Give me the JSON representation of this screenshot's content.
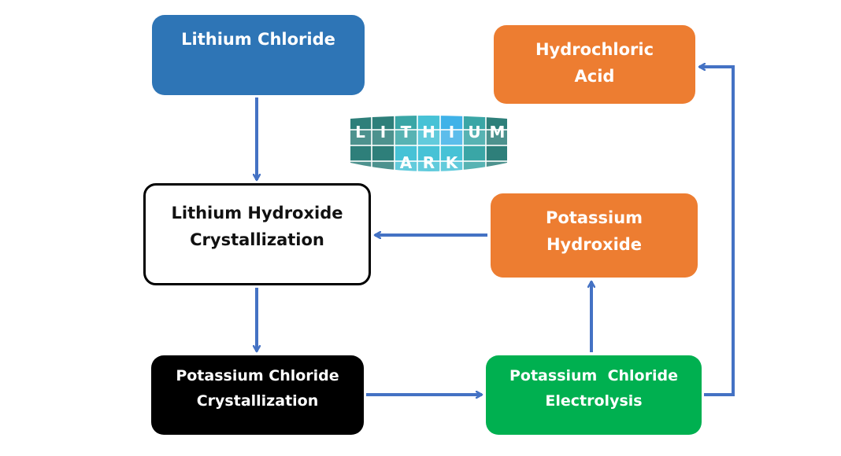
{
  "diagram": {
    "type": "process-flow",
    "arrow_color": "#4472C4",
    "nodes": [
      {
        "id": "licl",
        "lines": [
          "Lithium Chloride"
        ],
        "fill": "#2E75B6",
        "text_color": "#FFFFFF"
      },
      {
        "id": "hcl",
        "lines": [
          "Hydrochloric",
          "Acid"
        ],
        "fill": "#ED7D31",
        "text_color": "#FFFFFF"
      },
      {
        "id": "lioh",
        "lines": [
          "Lithium Hydroxide",
          "Crystallization"
        ],
        "fill": "#FFFFFF",
        "text_color": "#111111",
        "border": "#000000"
      },
      {
        "id": "koh",
        "lines": [
          "Potassium",
          "Hydroxide"
        ],
        "fill": "#ED7D31",
        "text_color": "#FFFFFF"
      },
      {
        "id": "kclc",
        "lines": [
          "Potassium Chloride",
          "Crystallization"
        ],
        "fill": "#000000",
        "text_color": "#FFFFFF"
      },
      {
        "id": "kcle",
        "lines": [
          "Potassium  Chloride",
          "Electrolysis"
        ],
        "fill": "#00B050",
        "text_color": "#FFFFFF"
      }
    ],
    "edges": [
      {
        "from": "licl",
        "to": "lioh"
      },
      {
        "from": "koh",
        "to": "lioh"
      },
      {
        "from": "lioh",
        "to": "kclc"
      },
      {
        "from": "kclc",
        "to": "kcle"
      },
      {
        "from": "kcle",
        "to": "koh"
      },
      {
        "from": "kcle",
        "to": "hcl"
      }
    ]
  },
  "logo": {
    "top_letters": [
      "L",
      "I",
      "T",
      "H",
      "I",
      "U",
      "M"
    ],
    "bottom_letters": [
      "A",
      "R",
      "K"
    ],
    "alt": "LITHIUM ARK logo",
    "colors": {
      "dark": "#2E7F7A",
      "mid": "#3AA6A6",
      "light": "#47C2D6",
      "bright": "#3FB2E8"
    }
  }
}
